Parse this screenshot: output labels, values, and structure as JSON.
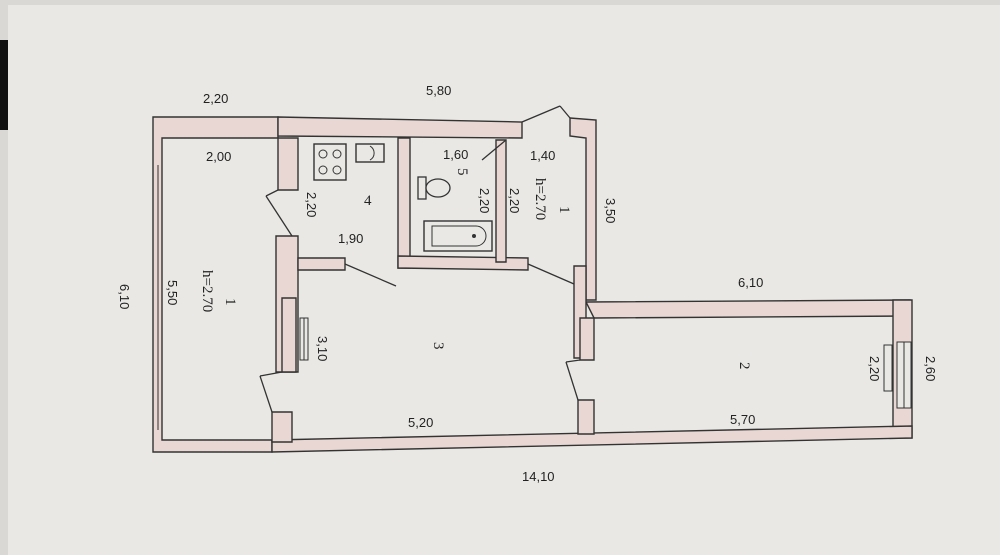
{
  "plan": {
    "outer_dimensions": {
      "top_left": "2,20",
      "top_mid": "5,80",
      "left_total": "6,10",
      "bottom_total": "14,10",
      "right_top": "3,50",
      "right_wing_top": "6,10",
      "right_wing_end": "2,60"
    },
    "room_1_left": {
      "number": "1",
      "height": "h=2.70",
      "width": "2,00",
      "length": "5,50"
    },
    "room_4_kitchen": {
      "number": "4",
      "width": "1,90",
      "depth": "2,20"
    },
    "room_5_bath": {
      "number": "5",
      "width": "1,60",
      "depth": "2,20"
    },
    "room_1_right": {
      "number": "1",
      "height": "h=2.70",
      "width": "1,40",
      "depth": "2,20"
    },
    "room_3_hall": {
      "number": "3",
      "width": "5,20",
      "depth": "3,10"
    },
    "room_2": {
      "number": "2",
      "width": "5,70",
      "depth": "2,20"
    }
  },
  "colors": {
    "wall_fill": "#e8d7d2",
    "paper": "#e9e8e5",
    "line": "#333333"
  }
}
